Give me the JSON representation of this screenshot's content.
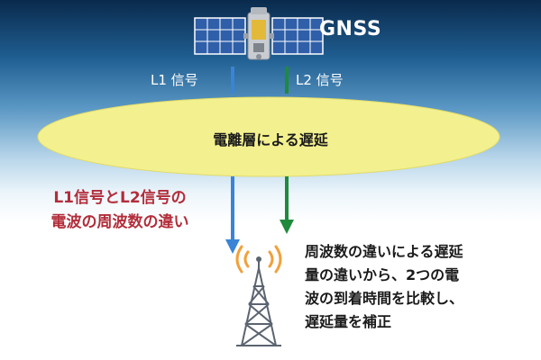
{
  "satellite": {
    "label": "GNSS"
  },
  "signals": {
    "l1_label": "L1 信号",
    "l2_label": "L2 信号"
  },
  "ionosphere": {
    "label": "電離層による遅延"
  },
  "difference_caption": {
    "lines": [
      "L1信号とL2信号の",
      "電波の周波数の違い"
    ]
  },
  "correction_caption": {
    "lines": [
      "周波数の違いによる遅延",
      "量の違いから、2つの電",
      "波の到着時間を比較し、",
      "遅延量を補正"
    ]
  },
  "colors": {
    "l1_signal": "#3a84d6",
    "l2_signal": "#1f8a3b",
    "ionosphere_fill": "#f3f08f",
    "caption_red": "#b22d3a",
    "signal_waves": "#f2a03a"
  },
  "icons": [
    "satellite-icon",
    "antenna-tower-icon",
    "signal-wave-icon"
  ]
}
